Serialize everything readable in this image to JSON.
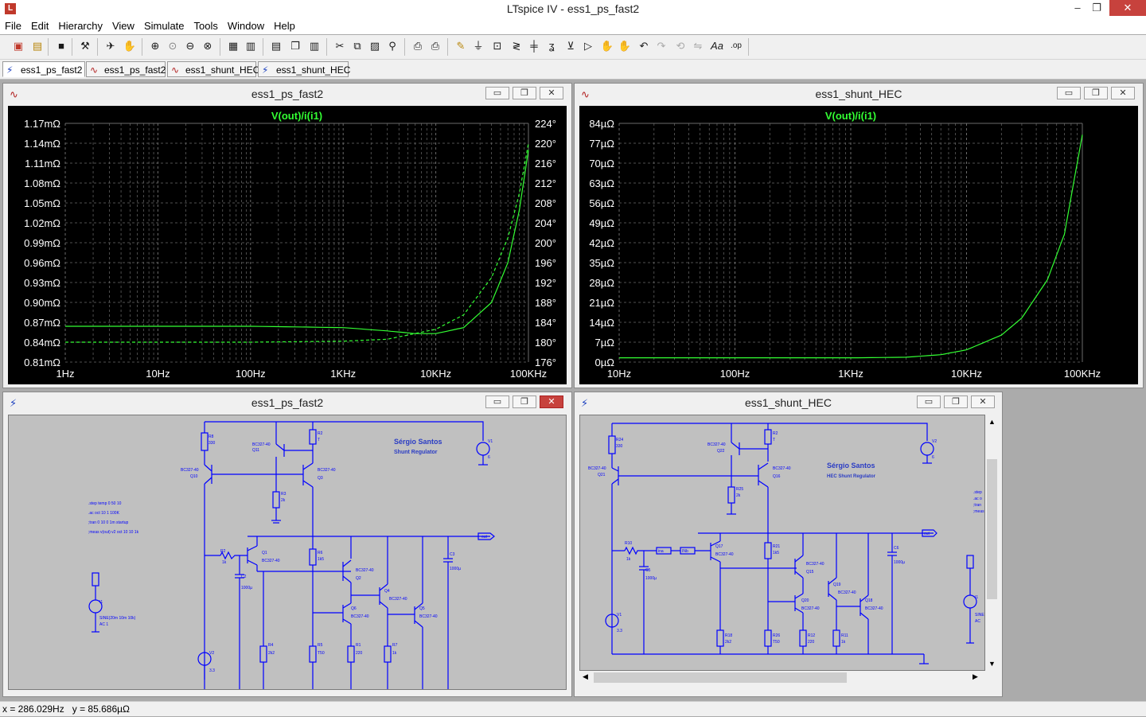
{
  "window": {
    "title": "LTspice IV - ess1_ps_fast2",
    "app_icon": "ltspice-logo-icon",
    "minimize": "–",
    "restore": "❐",
    "close": "✕"
  },
  "menu": [
    "File",
    "Edit",
    "Hierarchy",
    "View",
    "Simulate",
    "Tools",
    "Window",
    "Help"
  ],
  "toolbar_icons": [
    "new-schematic-icon",
    "open-icon",
    "save-icon",
    "control-panel-icon",
    "run-icon",
    "halt-icon",
    "zoom-in-icon",
    "zoom-pan-icon",
    "zoom-out-icon",
    "zoom-fit-icon",
    "autorange-icon",
    "tile-horizontal-icon",
    "cascade-icon",
    "tile-vertical-icon",
    "cut-icon",
    "copy-icon",
    "paste-icon",
    "find-icon",
    "print-preview-icon",
    "print-icon",
    "wire-icon",
    "ground-icon",
    "label-net-icon",
    "resistor-icon",
    "capacitor-icon",
    "inductor-icon",
    "diode-icon",
    "component-icon",
    "move-icon",
    "drag-icon",
    "undo-icon",
    "redo-icon",
    "rotate-icon",
    "mirror-icon",
    "text-icon",
    "spice-directive-icon"
  ],
  "tabs": [
    {
      "label": "ess1_ps_fast2",
      "icon": "schematic-icon",
      "active": true
    },
    {
      "label": "ess1_ps_fast2",
      "icon": "waveform-icon",
      "active": false
    },
    {
      "label": "ess1_shunt_HEC",
      "icon": "waveform-icon",
      "active": false
    },
    {
      "label": "ess1_shunt_HEC",
      "icon": "schematic-icon",
      "active": false
    }
  ],
  "plot1": {
    "title": "ess1_ps_fast2",
    "trace_label": "V(out)/i(i1)"
  },
  "plot2": {
    "title": "ess1_shunt_HEC",
    "trace_label": "V(out)/i(i1)"
  },
  "schem1": {
    "title": "ess1_ps_fast2",
    "author": "Sérgio Santos",
    "subtitle": "Shunt Regulator",
    "directives": [
      ".step temp 0 50 10",
      ".ac oct 10 1 100K",
      ";tran 0 10 0 1m startup",
      ";meas v(out) v2 oct 10 10 1k"
    ],
    "source_spec": "SINE(20m 10m 10k)",
    "source_ac": "AC 1",
    "out_label": "out",
    "components": [
      {
        "ref": "R8",
        "val": "330"
      },
      {
        "ref": "R2",
        "val": "T"
      },
      {
        "ref": "Q11",
        "val": "BC327-40"
      },
      {
        "ref": "Q10",
        "val": "BC327-40"
      },
      {
        "ref": "Q3",
        "val": "BC327-40"
      },
      {
        "ref": "R3",
        "val": "2k"
      },
      {
        "ref": "V1",
        "val": "6"
      },
      {
        "ref": "R2b",
        "val": "1k"
      },
      {
        "ref": "Q1",
        "val": "BC327-40"
      },
      {
        "ref": "R6",
        "val": "1k5"
      },
      {
        "ref": "C2",
        "val": "1000µ"
      },
      {
        "ref": "C3",
        "val": "1000µ"
      },
      {
        "ref": "Q2",
        "val": "BC327-40"
      },
      {
        "ref": "Q4",
        "val": "BC327-40"
      },
      {
        "ref": "Q5",
        "val": "BC327-40"
      },
      {
        "ref": "Q6",
        "val": "BC327-40"
      },
      {
        "ref": "V2",
        "val": "3.3"
      },
      {
        "ref": "R4",
        "val": "2k2"
      },
      {
        "ref": "R5",
        "val": "T50"
      },
      {
        "ref": "R1",
        "val": "220"
      },
      {
        "ref": "R7",
        "val": "1k"
      },
      {
        "ref": "I1",
        "val": ""
      }
    ]
  },
  "schem2": {
    "title": "ess1_shunt_HEC",
    "author": "Sérgio Santos",
    "subtitle": "HEC Shunt Regulator",
    "directive_partial": [
      ".step",
      ".ac o",
      ";tran",
      ";meas"
    ],
    "source_spec": "SINE",
    "source_ac": "AC",
    "out_label": "out",
    "net_labels": [
      "ina",
      "INb"
    ],
    "components": [
      {
        "ref": "R24",
        "val": "330"
      },
      {
        "ref": "R2",
        "val": "T"
      },
      {
        "ref": "Q22",
        "val": "BC327-40"
      },
      {
        "ref": "Q21",
        "val": "BC327-40"
      },
      {
        "ref": "Q16",
        "val": "BC327-40"
      },
      {
        "ref": "R25",
        "val": "2k"
      },
      {
        "ref": "V2",
        "val": "6"
      },
      {
        "ref": "R10",
        "val": "1k"
      },
      {
        "ref": "Q17",
        "val": "BC327-40"
      },
      {
        "ref": "R21",
        "val": "1k5"
      },
      {
        "ref": "C5",
        "val": "1000µ"
      },
      {
        "ref": "C6",
        "val": "1000µ"
      },
      {
        "ref": "Q15",
        "val": "BC327-40"
      },
      {
        "ref": "Q19",
        "val": "BC327-40"
      },
      {
        "ref": "Q20",
        "val": "BC327-40"
      },
      {
        "ref": "Q18",
        "val": "BC327-40"
      },
      {
        "ref": "V1",
        "val": "3.3"
      },
      {
        "ref": "R18",
        "val": "2k2"
      },
      {
        "ref": "R26",
        "val": "T50"
      },
      {
        "ref": "R12",
        "val": "220"
      },
      {
        "ref": "R11",
        "val": "1k"
      },
      {
        "ref": "I1",
        "val": ""
      }
    ]
  },
  "status": {
    "x_label": "x = 286.029Hz",
    "y_label": "y = 85.686µΩ"
  },
  "colors": {
    "trace": "#33ff33",
    "grid": "#6b6b6b",
    "wire": "#0000ff",
    "schem_bg": "#c0c0c0",
    "plot_bg": "#000000",
    "axis_text": "#ffffff"
  },
  "chart_data": [
    {
      "type": "line",
      "title": "V(out)/i(i1)",
      "x_scale": "log",
      "x_ticks": [
        "1Hz",
        "10Hz",
        "100Hz",
        "1KHz",
        "10KHz",
        "100KHz"
      ],
      "xlim": [
        1,
        100000
      ],
      "y_ticks": [
        "0.81mΩ",
        "0.84mΩ",
        "0.87mΩ",
        "0.90mΩ",
        "0.93mΩ",
        "0.96mΩ",
        "0.99mΩ",
        "1.02mΩ",
        "1.05mΩ",
        "1.08mΩ",
        "1.11mΩ",
        "1.14mΩ",
        "1.17mΩ"
      ],
      "ylim": [
        0.81,
        1.17
      ],
      "y2_ticks": [
        "176°",
        "180°",
        "184°",
        "188°",
        "192°",
        "196°",
        "200°",
        "204°",
        "208°",
        "212°",
        "216°",
        "220°",
        "224°"
      ],
      "y2lim": [
        176,
        224
      ],
      "series": [
        {
          "axis": "left",
          "style": "solid",
          "x": [
            1,
            10,
            100,
            1000,
            3000,
            6000,
            10000,
            20000,
            40000,
            60000,
            80000,
            100000
          ],
          "y": [
            0.864,
            0.864,
            0.864,
            0.862,
            0.857,
            0.853,
            0.853,
            0.862,
            0.9,
            0.96,
            1.04,
            1.13
          ]
        },
        {
          "axis": "right",
          "style": "dashed",
          "x": [
            1,
            10,
            100,
            1000,
            3000,
            10000,
            20000,
            40000,
            60000,
            80000,
            100000
          ],
          "y": [
            180,
            180,
            180,
            180.2,
            180.6,
            182.6,
            185.5,
            193,
            201,
            210,
            220
          ]
        }
      ]
    },
    {
      "type": "line",
      "title": "V(out)/i(i1)",
      "x_scale": "log",
      "x_ticks": [
        "10Hz",
        "100Hz",
        "1KHz",
        "10KHz",
        "100KHz"
      ],
      "xlim": [
        10,
        100000
      ],
      "y_ticks": [
        "0µΩ",
        "7µΩ",
        "14µΩ",
        "21µΩ",
        "28µΩ",
        "35µΩ",
        "42µΩ",
        "49µΩ",
        "56µΩ",
        "63µΩ",
        "70µΩ",
        "77µΩ",
        "84µΩ"
      ],
      "ylim": [
        0,
        84
      ],
      "series": [
        {
          "axis": "left",
          "style": "solid",
          "x": [
            10,
            100,
            1000,
            3000,
            6000,
            10000,
            20000,
            30000,
            50000,
            70000,
            100000
          ],
          "y": [
            1.5,
            1.5,
            1.5,
            1.7,
            2.6,
            4.3,
            9.5,
            15.5,
            29,
            45,
            80
          ]
        }
      ]
    }
  ]
}
